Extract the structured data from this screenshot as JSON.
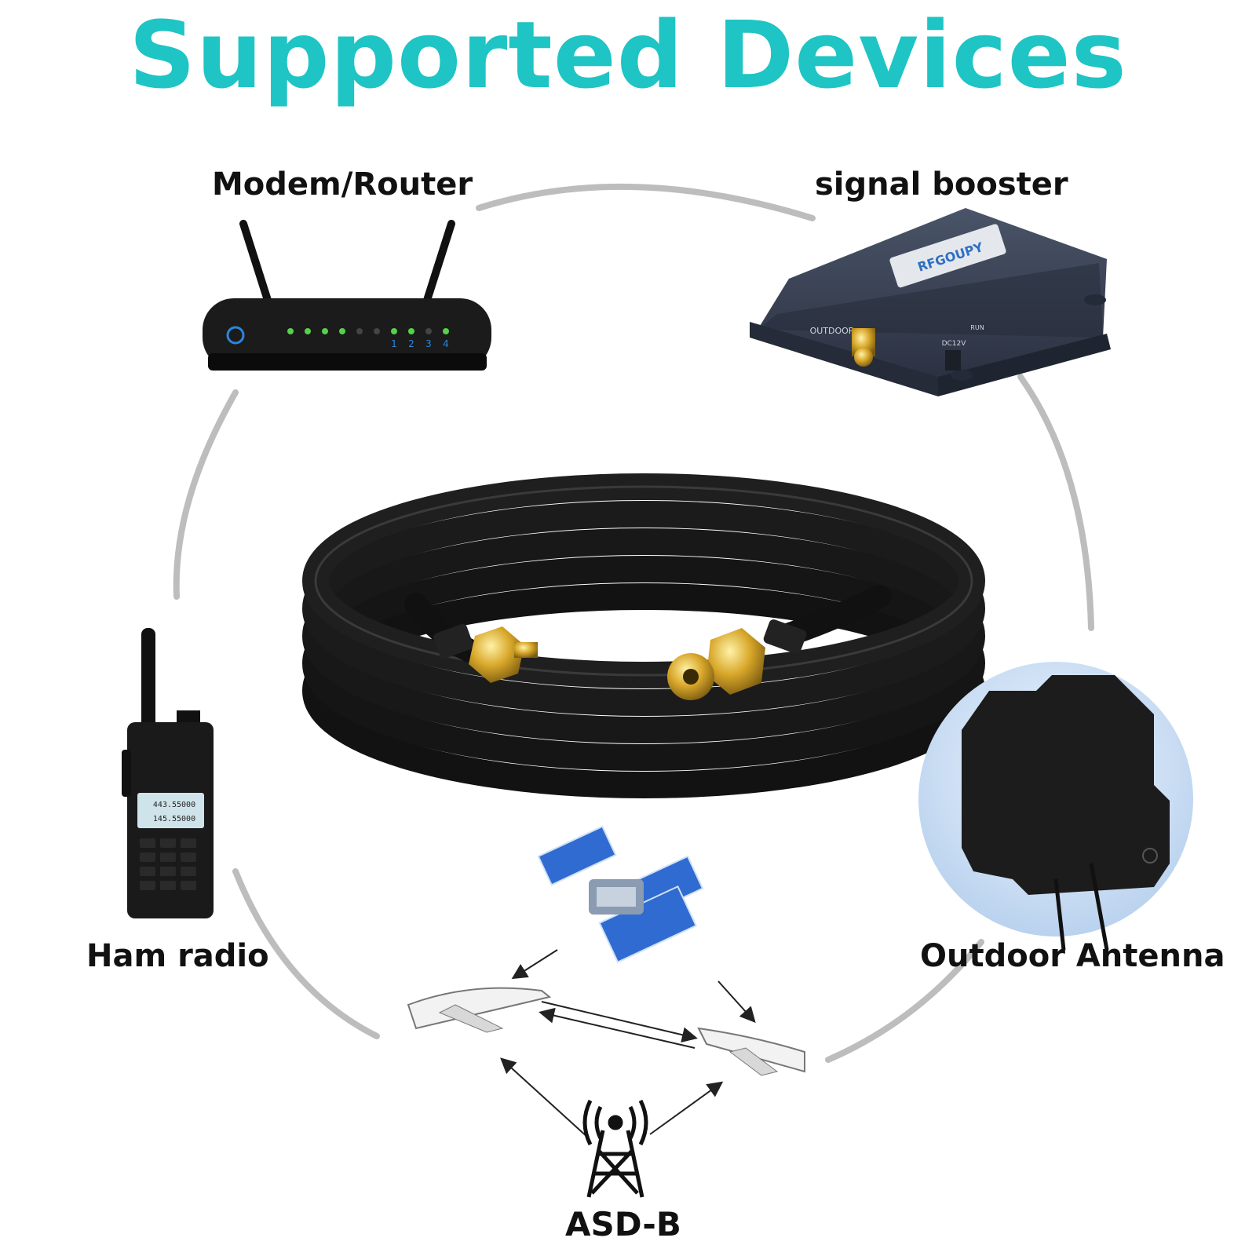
{
  "title": "Supported Devices",
  "devices": {
    "modem": {
      "label": "Modem/Router",
      "icon": "router-icon",
      "leds": [
        "1",
        "2",
        "3",
        "4"
      ]
    },
    "booster": {
      "label": "signal booster",
      "icon": "signal-booster-icon",
      "brand": "RFGOUPY",
      "port_label": "OUTDOOR",
      "dc_label": "DC12V",
      "run_label": "RUN"
    },
    "ham": {
      "label": "Ham radio",
      "icon": "walkie-talkie-icon",
      "freq1": "443.55000",
      "freq2": "145.55000"
    },
    "outdoor": {
      "label": "Outdoor Antenna",
      "icon": "panel-antenna-icon"
    },
    "adsb": {
      "label": "ASD-B",
      "icon": "radio-tower-icon"
    }
  },
  "colors": {
    "title": "#1fc4c4",
    "ring": "#b8b8b8",
    "label": "#111111"
  }
}
